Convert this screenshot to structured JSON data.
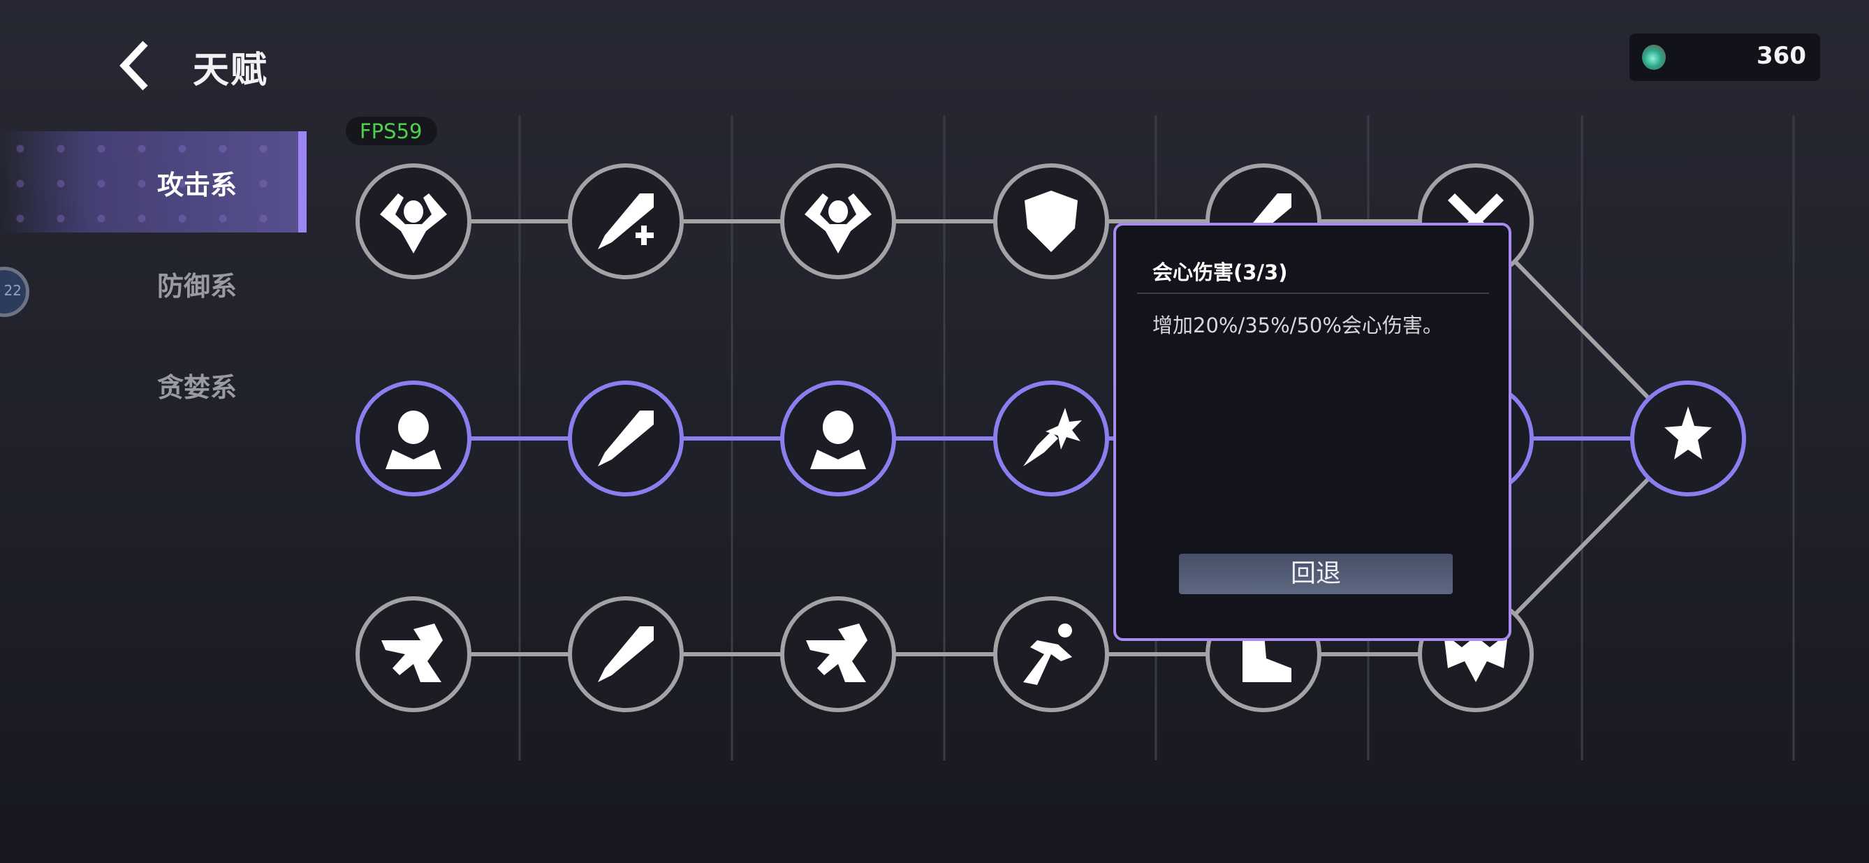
{
  "header": {
    "title": "天赋",
    "back_icon": "chevron-left-icon"
  },
  "currency": {
    "icon": "gem-icon",
    "value": "360"
  },
  "sidebar": {
    "tabs": [
      {
        "label": "攻击系",
        "active": true
      },
      {
        "label": "防御系",
        "active": false
      },
      {
        "label": "贪婪系",
        "active": false
      }
    ],
    "orb_text": "22"
  },
  "fps": "FPS59",
  "colors": {
    "accent": "#8b7ff0",
    "locked": "#a3a3a6",
    "tooltip_border": "#a98bf0"
  },
  "tree": {
    "rows": [
      {
        "state": "locked",
        "icons": [
          "shield-figure-icon",
          "sword-plus-icon",
          "shield-figure-icon",
          "crossed-shield-icon",
          "wing-blade-icon",
          "crossed-swords-icon"
        ]
      },
      {
        "state": "unlocked",
        "icons": [
          "hero-star-icon",
          "sword-slash-icon",
          "hero-star-icon",
          "sword-burst-icon",
          "hidden-icon",
          "shield-icon"
        ]
      },
      {
        "state": "locked",
        "icons": [
          "dash-figure-icon",
          "sword-dash-icon",
          "dash-figure-icon",
          "running-icon",
          "boot-icon",
          "bat-icon"
        ]
      }
    ],
    "final": {
      "icon": "triple-star-icon",
      "state": "unlocked"
    }
  },
  "tooltip": {
    "title": "会心伤害(3/3)",
    "description": "增加20%/35%/50%会心伤害。",
    "button": "回退"
  }
}
